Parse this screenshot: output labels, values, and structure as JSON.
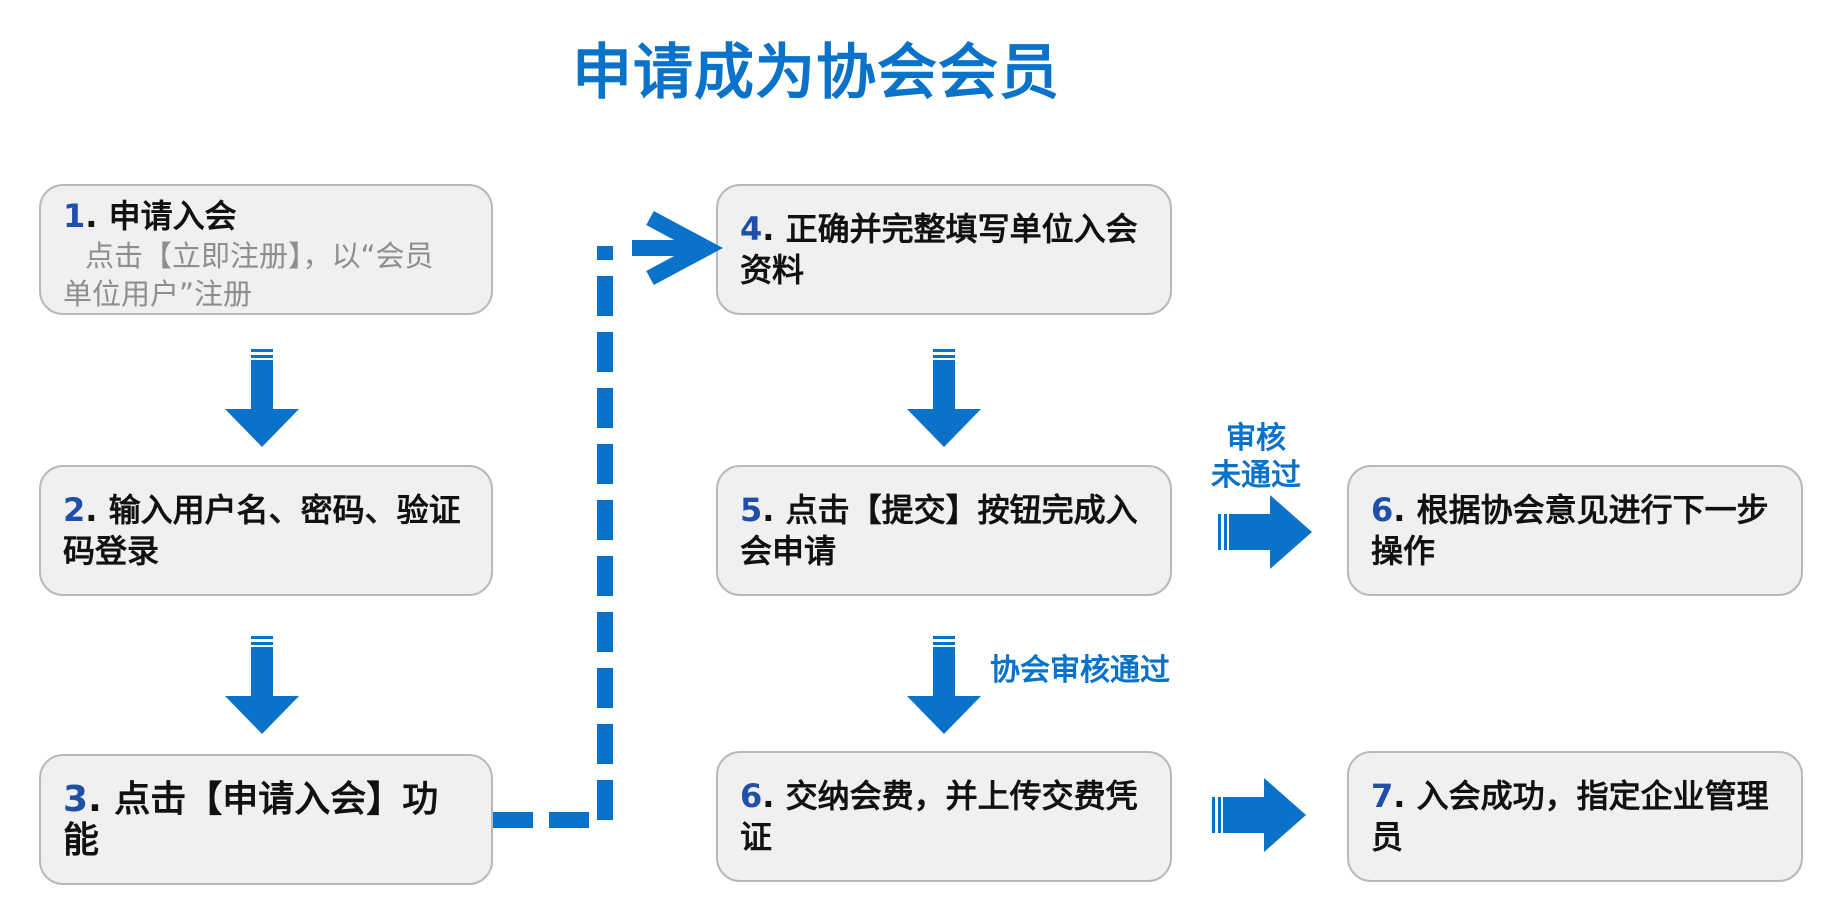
{
  "title": "申请成为协会会员",
  "steps": [
    {
      "num": "1",
      "head": "申请入会",
      "desc_line1": "点击【立即注册】，以“会员",
      "desc_line2": "单位用户”注册"
    },
    {
      "num": "2",
      "head_line1": "输入用户名、密码、验证",
      "head_line2": "码登录"
    },
    {
      "num": "3",
      "head": "点击【申请入会】功能"
    },
    {
      "num": "4",
      "head_line1": "正确并完整填写单位入会",
      "head_line2": "资料"
    },
    {
      "num": "5",
      "head_line1": "点击【提交】按钮完成入",
      "head_line2": "会申请"
    },
    {
      "num": "6",
      "head_line1": "交纳会费，并上传交费凭",
      "head_line2": "证"
    },
    {
      "num": "6",
      "head_line1": "根据协会意见进行下一步",
      "head_line2": "操作"
    },
    {
      "num": "7",
      "head_line1": "入会成功，指定企业管理",
      "head_line2": "员"
    }
  ],
  "labels": {
    "review_fail_line1": "审核",
    "review_fail_line2": "未通过",
    "review_pass": "协会审核通过"
  },
  "colors": {
    "accent": "#0a72c8",
    "step_number": "#1f4fa8",
    "box_fill": "#f0f0f0",
    "box_border": "#b9b9b9"
  }
}
